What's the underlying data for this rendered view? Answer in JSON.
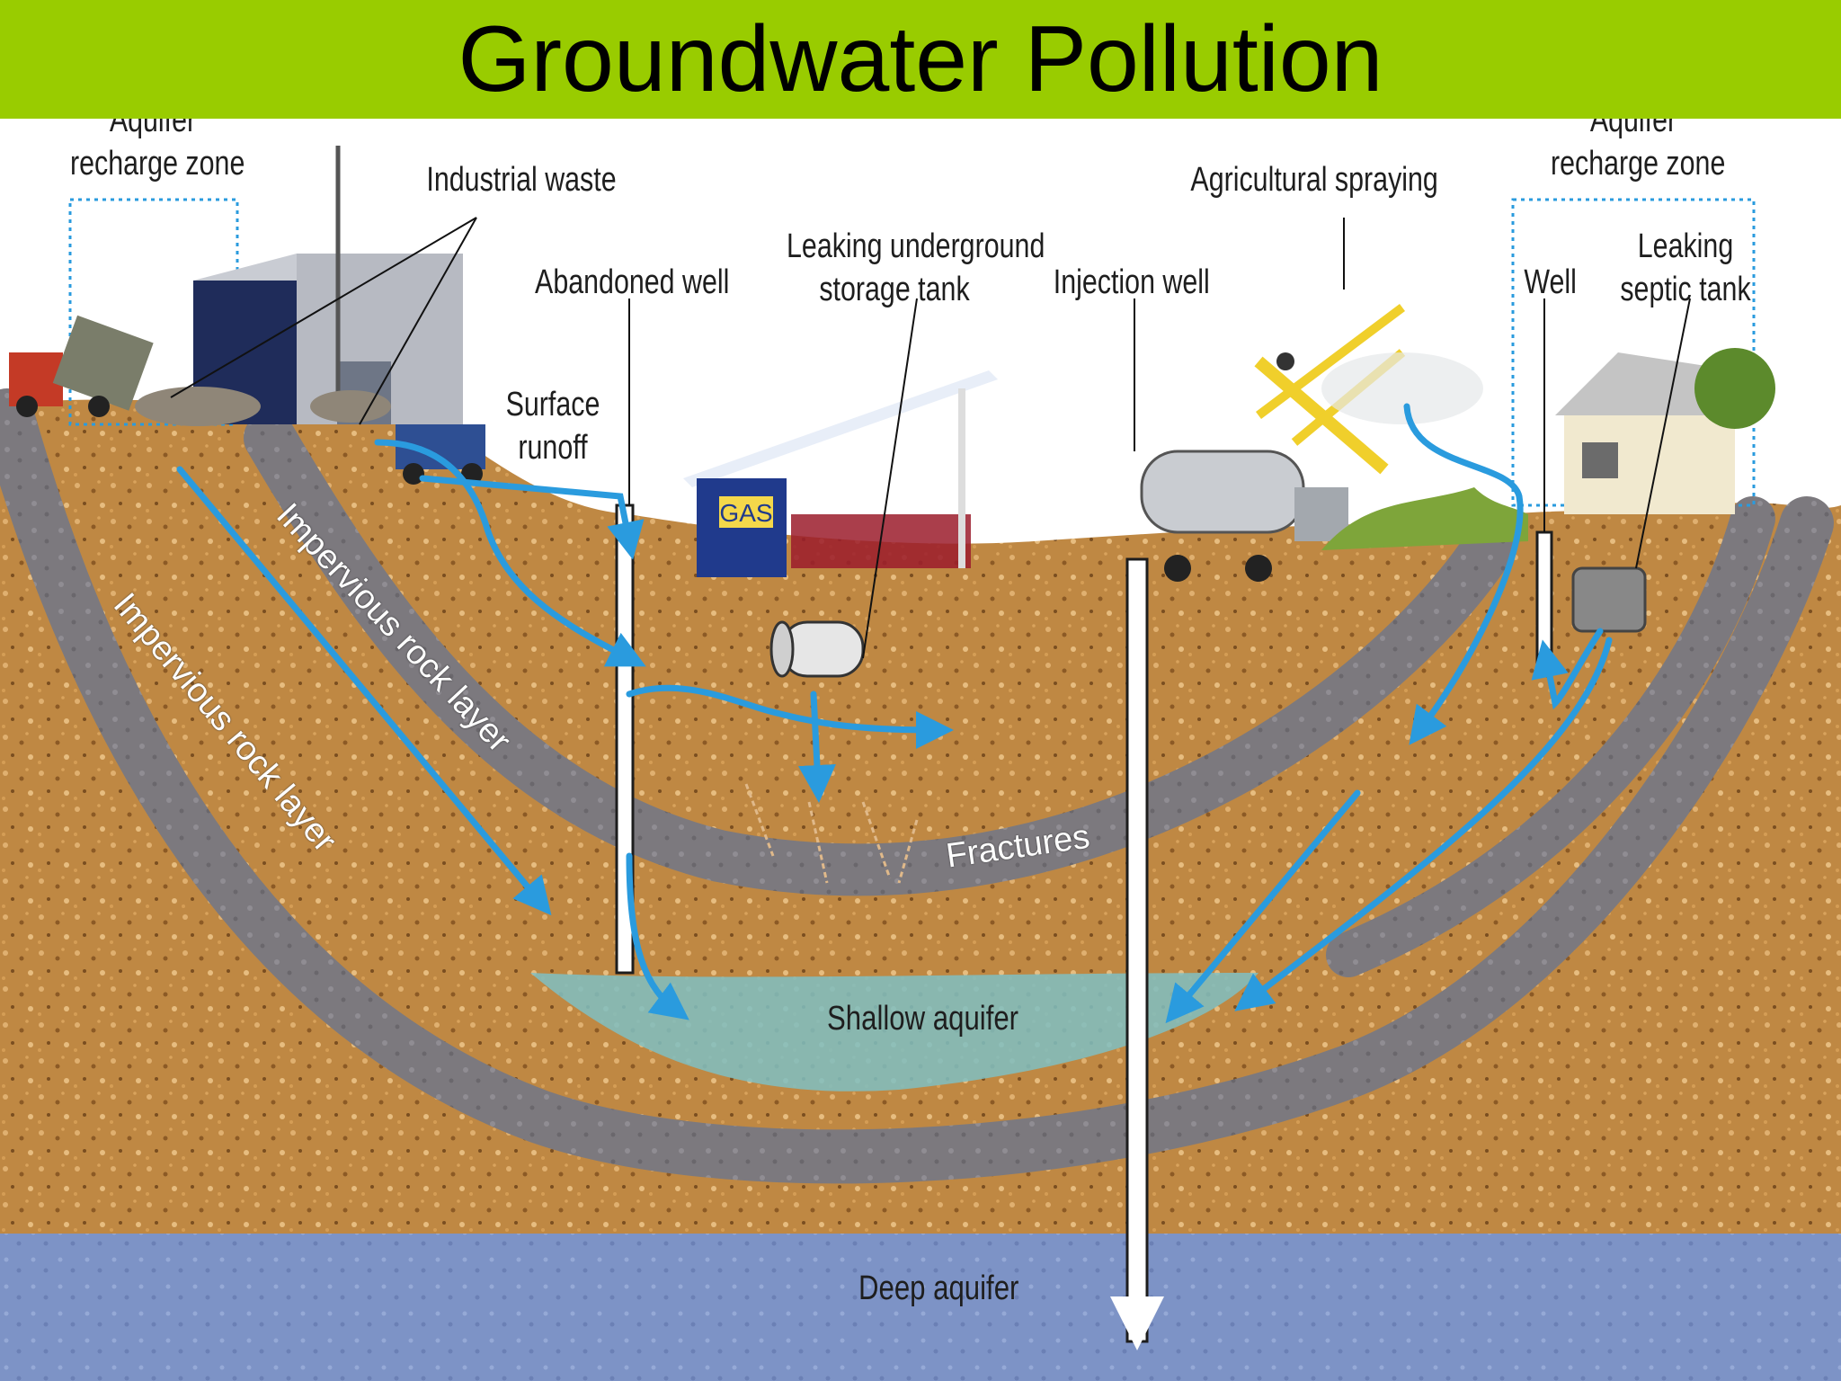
{
  "title": "Groundwater Pollution",
  "labels": {
    "recharge_left": [
      "Aquifer",
      "recharge zone"
    ],
    "recharge_right": [
      "Aquifer",
      "recharge zone"
    ],
    "industrial_waste": "Industrial waste",
    "abandoned_well": "Abandoned well",
    "leaking_tank": [
      "Leaking underground",
      "storage tank"
    ],
    "injection_well": "Injection well",
    "agricultural_spraying": "Agricultural spraying",
    "well": "Well",
    "septic_tank": [
      "Leaking",
      "septic tank"
    ],
    "surface_runoff": [
      "Surface",
      "runoff"
    ],
    "gas_sign": "GAS",
    "rock_layer_upper": "Impervious rock layer",
    "rock_layer_lower": "Impervious rock layer",
    "fractures": "Fractures",
    "shallow_aquifer": "Shallow aquifer",
    "deep_aquifer": "Deep aquifer"
  },
  "colors": {
    "title_bar": "#99cc00",
    "soil": "#c08a45",
    "rock": "#7d7a7f",
    "flow_arrow": "#2a9bde",
    "shallow_aquifer": "#7fbfc2",
    "deep_aquifer": "#7f95c9",
    "recharge_zone_border": "#2a9bde"
  }
}
